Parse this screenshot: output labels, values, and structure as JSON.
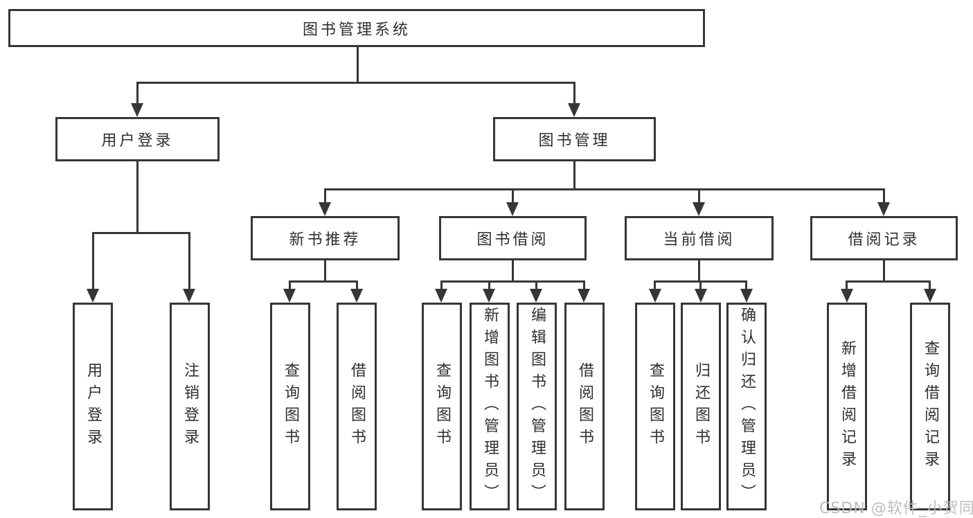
{
  "tree": {
    "label": "图书管理系统",
    "children": [
      {
        "label": "用户登录",
        "children": [
          {
            "label": "用户登录"
          },
          {
            "label": "注销登录"
          }
        ]
      },
      {
        "label": "图书管理",
        "children": [
          {
            "label": "新书推荐",
            "children": [
              {
                "label": "查询图书"
              },
              {
                "label": "借阅图书"
              }
            ]
          },
          {
            "label": "图书借阅",
            "children": [
              {
                "label": "查询图书"
              },
              {
                "label": "新增图书（管理员）"
              },
              {
                "label": "编辑图书（管理员）"
              },
              {
                "label": "借阅图书"
              }
            ]
          },
          {
            "label": "当前借阅",
            "children": [
              {
                "label": "查询图书"
              },
              {
                "label": "归还图书"
              },
              {
                "label": "确认归还（管理员）"
              }
            ]
          },
          {
            "label": "借阅记录",
            "children": [
              {
                "label": "新增借阅记录"
              },
              {
                "label": "查询借阅记录"
              }
            ]
          }
        ]
      }
    ]
  },
  "watermark": {
    "text": "CSDN @软件_小贺同学"
  },
  "colors": {
    "line": "#363636",
    "text": "#2f2f2f",
    "watermark": "#b9b9b9",
    "background": "#ffffff"
  }
}
